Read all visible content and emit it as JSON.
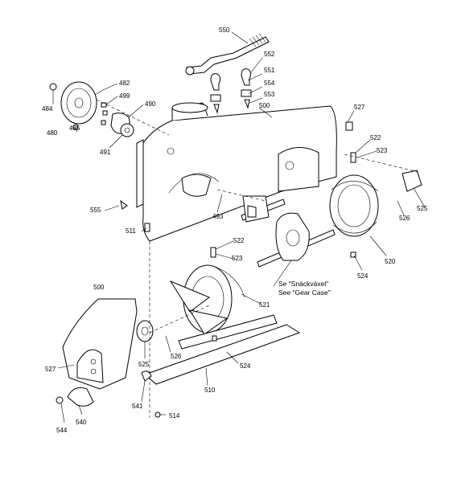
{
  "diagram": {
    "callouts": {
      "c550": "550",
      "c552": "552",
      "c551": "551",
      "c554": "554",
      "c553": "553",
      "c482": "482",
      "c484": "484",
      "c499": "499",
      "c490": "490",
      "c480": "480",
      "c485": "485",
      "c491": "491",
      "c500_top": "500",
      "c527_top": "527",
      "c522_top": "522",
      "c523_top": "523",
      "c555": "555",
      "c493": "493",
      "c525_right": "525",
      "c526_right": "526",
      "c511": "511",
      "c520": "520",
      "c524_top": "524",
      "c522_mid": "522",
      "c523_mid": "523",
      "c521": "521",
      "c500_left": "500",
      "c526_mid": "526",
      "c525_mid": "525",
      "c527_left": "527",
      "c524_mid": "524",
      "c510": "510",
      "c541": "541",
      "c514": "514",
      "c540": "540",
      "c544": "544"
    },
    "notes": {
      "se_swedish": "Se \"Snäckväxel\"",
      "see_english": "See \"Gear Case\""
    }
  }
}
